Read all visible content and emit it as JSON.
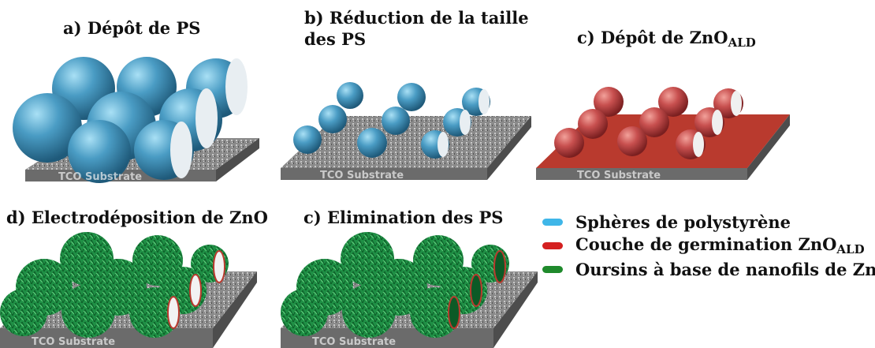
{
  "panels": {
    "a": {
      "title": "a) Dépôt de PS",
      "substrate_label": "TCO Substrate"
    },
    "b": {
      "title_line1": "b) Réduction de la taille",
      "title_line2": "des PS",
      "substrate_label": "TCO Substrate"
    },
    "c1": {
      "title_main": "c) Dépôt de ZnO",
      "title_sub": "ALD",
      "substrate_label": "TCO Substrate"
    },
    "d": {
      "title": "d) Electrodéposition de ZnO",
      "substrate_label": "TCO Substrate"
    },
    "c2": {
      "title": "c) Elimination des PS",
      "substrate_label": "TCO Substrate"
    }
  },
  "legend": {
    "items": [
      {
        "label": "Sphères de polystyrène",
        "color": "#3fb6e8"
      },
      {
        "label_main": "Couche de germination ZnO",
        "label_sub": "ALD",
        "color": "#d42020"
      },
      {
        "label": "Oursins à base de nanofils de ZnO",
        "color": "#1f8a2c"
      }
    ]
  },
  "colors": {
    "sphere_blue": "#3f8fb5",
    "sphere_red": "#c8504f",
    "urchin_green": "#1f8f45",
    "substrate_gray": "#8a8a8a",
    "seed_layer_red": "#b93a2e"
  }
}
